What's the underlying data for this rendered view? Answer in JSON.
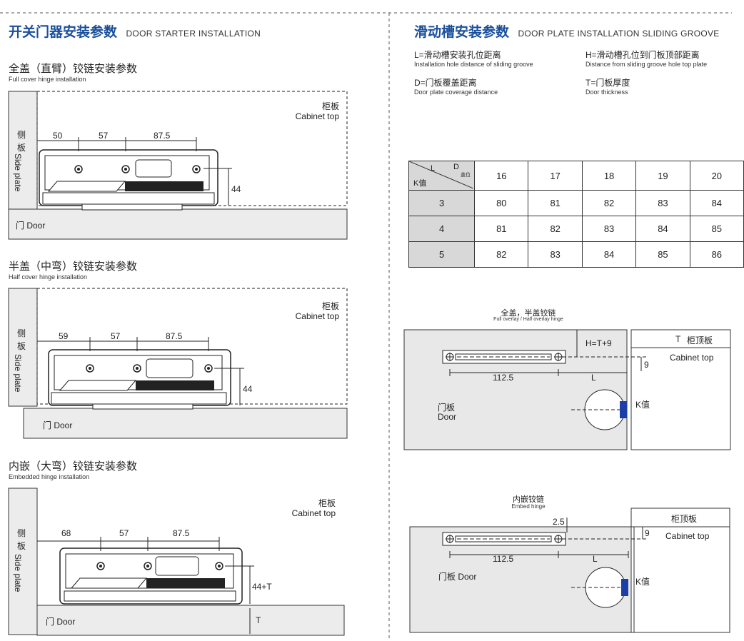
{
  "left": {
    "title_cn": "开关门器安装参数",
    "title_en": "DOOR STARTER INSTALLATION",
    "sections": [
      {
        "title_cn": "全盖（直臂）铰链安装参数",
        "title_en": "Full cover hinge installation",
        "dims": [
          "50",
          "57",
          "87.5"
        ],
        "height": "44",
        "cabinet_cn": "柜板",
        "cabinet_en": "Cabinet top",
        "side_cn": "侧\n板",
        "side_en": "Side plate",
        "door_label": "门 Door"
      },
      {
        "title_cn": "半盖（中弯）铰链安装参数",
        "title_en": "Half cover hinge installation",
        "dims": [
          "59",
          "57",
          "87.5"
        ],
        "height": "44",
        "cabinet_cn": "柜板",
        "cabinet_en": "Cabinet top",
        "side_cn": "侧\n板",
        "side_en": "Side plate",
        "door_label": "门 Door"
      },
      {
        "title_cn": "内嵌（大弯）铰链安装参数",
        "title_en": "Embedded hinge installation",
        "dims": [
          "68",
          "57",
          "87.5"
        ],
        "height": "44+T",
        "thick": "T",
        "cabinet_cn": "柜板",
        "cabinet_en": "Cabinet top",
        "side_cn": "侧\n板",
        "side_en": "Side plate",
        "door_label": "门 Door"
      }
    ]
  },
  "right": {
    "title_cn": "滑动槽安装参数",
    "title_en": "DOOR PLATE INSTALLATION SLIDING GROOVE",
    "defs": [
      {
        "cn": "L=滑动槽安装孔位距离",
        "en": "Installation hole distance of sliding groove"
      },
      {
        "cn": "H=滑动槽孔位到门板顶部距离",
        "en": "Distance from sliding groove hole top plate"
      },
      {
        "cn": "D=门板覆盖距离",
        "en": "Door plate coverage distance"
      },
      {
        "cn": "T=门板厚度",
        "en": "Door thickness"
      }
    ],
    "table": {
      "corner_L": "L",
      "corner_D": "D",
      "corner_D_sub": "盖位",
      "corner_K": "K值",
      "cols": [
        "16",
        "17",
        "18",
        "19",
        "20"
      ],
      "rows": [
        {
          "k": "3",
          "vals": [
            "80",
            "81",
            "82",
            "83",
            "84"
          ]
        },
        {
          "k": "4",
          "vals": [
            "81",
            "82",
            "83",
            "84",
            "85"
          ]
        },
        {
          "k": "5",
          "vals": [
            "82",
            "83",
            "84",
            "85",
            "86"
          ]
        }
      ]
    },
    "diag1": {
      "cap_cn": "全盖，半盖铰链",
      "cap_en": "Full overlay / Half overlay hinge",
      "h": "H=T+9",
      "t": "T",
      "cab_cn": "柜顶板",
      "cab_en": "Cabinet top",
      "nine": "9",
      "len": "112.5",
      "L": "L",
      "door_cn": "门板",
      "door_en": "Door",
      "k": "K值"
    },
    "diag2": {
      "cap_cn": "内嵌铰链",
      "cap_en": "Embed hinge",
      "gap": "2.5",
      "cab_cn": "柜顶板",
      "cab_en": "Cabinet top",
      "nine": "9",
      "len": "112.5",
      "L": "L",
      "door": "门板 Door",
      "k": "K值"
    }
  }
}
